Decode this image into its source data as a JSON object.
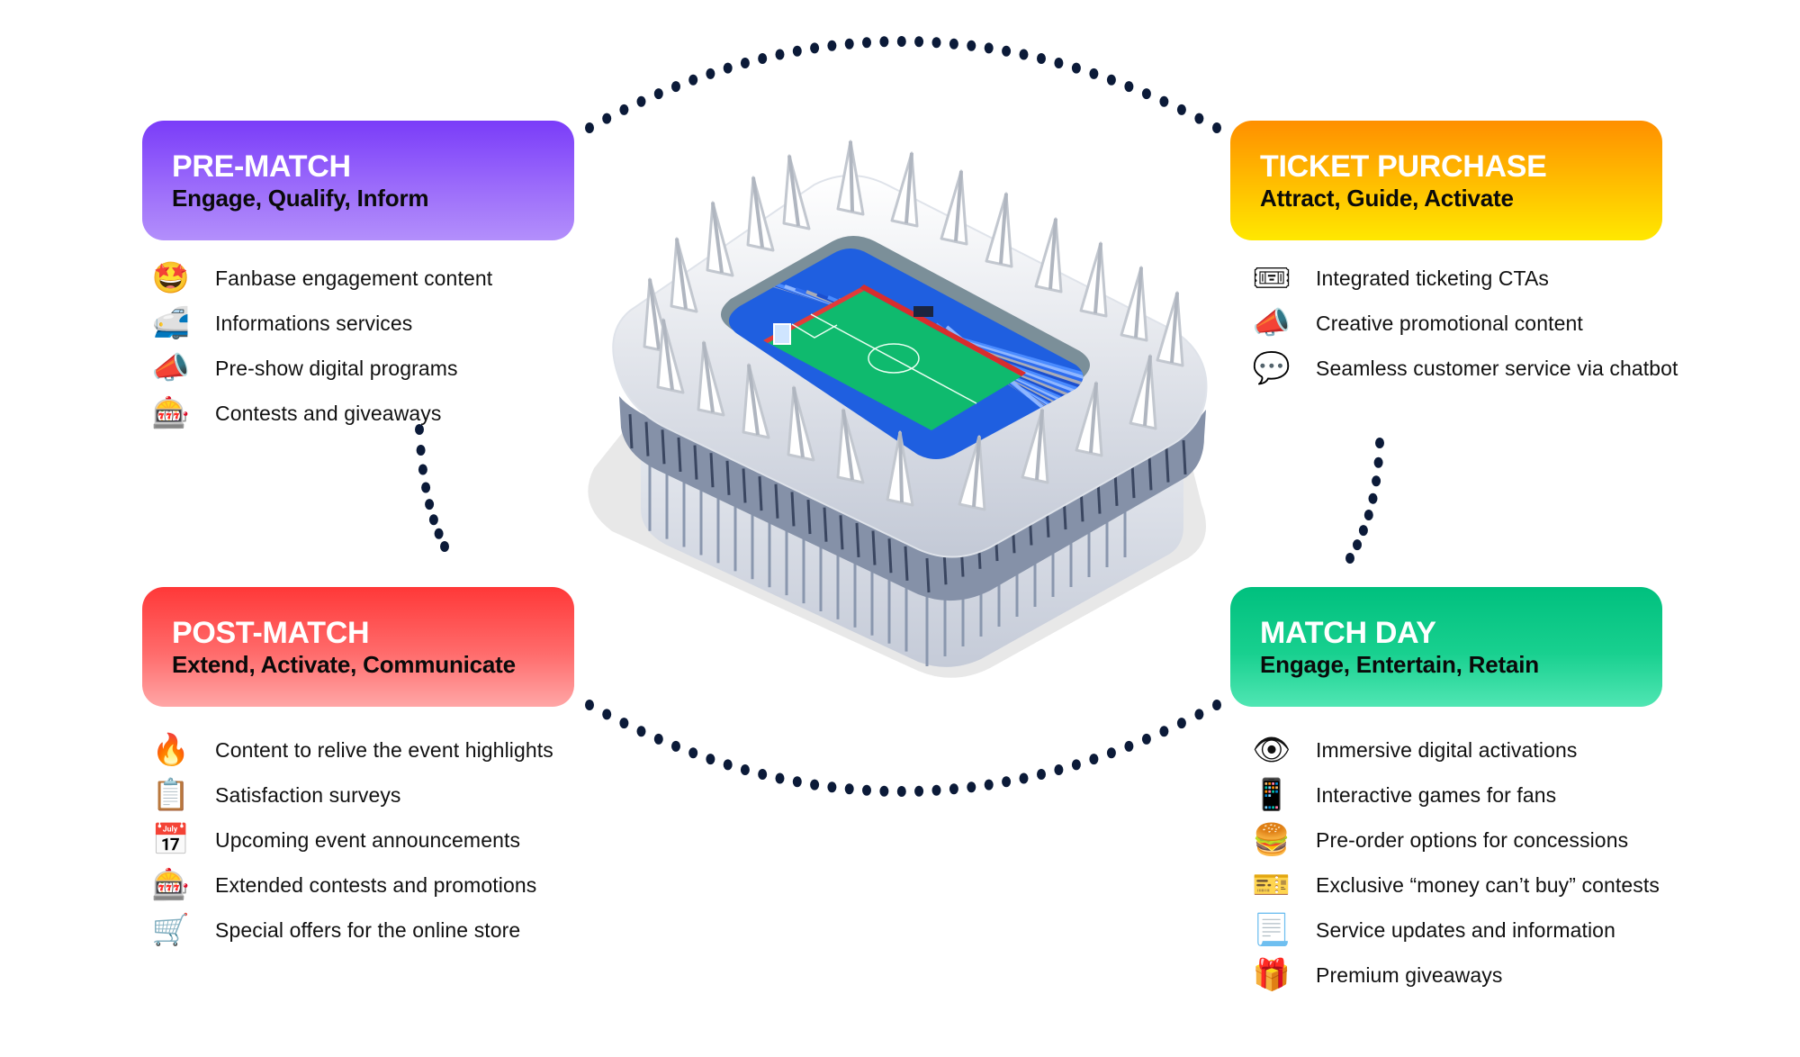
{
  "phases": {
    "pre_match": {
      "title": "PRE-MATCH",
      "subtitle": "Engage, Qualify, Inform",
      "color_from": "#7a3cf9",
      "color_to": "#b38ffb",
      "items": [
        {
          "icon": "star-struck-face-icon",
          "glyph": "🤩",
          "label": "Fanbase engagement content"
        },
        {
          "icon": "bullet-train-icon",
          "glyph": "🚅",
          "label": "Informations services"
        },
        {
          "icon": "megaphone-icon",
          "glyph": "📣",
          "label": "Pre-show digital programs"
        },
        {
          "icon": "slot-machine-icon",
          "glyph": "🎰",
          "label": "Contests and giveaways"
        }
      ]
    },
    "ticket_purchase": {
      "title": "TICKET PURCHASE",
      "subtitle": "Attract, Guide, Activate",
      "color_from": "#ff8f00",
      "color_to": "#ffe800",
      "items": [
        {
          "icon": "ticket-icon",
          "glyph": "🎟",
          "label": "Integrated ticketing CTAs"
        },
        {
          "icon": "megaphone-icon",
          "glyph": "📣",
          "label": "Creative promotional content"
        },
        {
          "icon": "speech-bubble-icon",
          "glyph": "💬",
          "label": "Seamless customer service via chatbot"
        }
      ]
    },
    "post_match": {
      "title": "POST-MATCH",
      "subtitle": "Extend, Activate, Communicate",
      "color_from": "#ff3838",
      "color_to": "#ffa6a6",
      "items": [
        {
          "icon": "fire-icon",
          "glyph": "🔥",
          "label": "Content to relive the event highlights"
        },
        {
          "icon": "clipboard-icon",
          "glyph": "📋",
          "label": "Satisfaction surveys"
        },
        {
          "icon": "calendar-icon",
          "glyph": "📅",
          "label": "Upcoming event announcements"
        },
        {
          "icon": "slot-machine-icon",
          "glyph": "🎰",
          "label": "Extended contests and promotions"
        },
        {
          "icon": "shopping-cart-icon",
          "glyph": "🛒",
          "label": "Special offers for the online store"
        }
      ]
    },
    "match_day": {
      "title": "MATCH DAY",
      "subtitle": "Engage, Entertain, Retain",
      "color_from": "#00c07e",
      "color_to": "#50e6b3",
      "items": [
        {
          "icon": "eye-icon",
          "glyph": "👁",
          "label": "Immersive digital activations"
        },
        {
          "icon": "game-grid-icon",
          "glyph": "📱",
          "label": "Interactive games for fans"
        },
        {
          "icon": "hamburger-icon",
          "glyph": "🍔",
          "label": "Pre-order options for concessions"
        },
        {
          "icon": "admission-tickets-icon",
          "glyph": "🎫",
          "label": "Exclusive “money can’t buy” contests"
        },
        {
          "icon": "page-curl-icon",
          "glyph": "📃",
          "label": "Service updates and information"
        },
        {
          "icon": "gift-icon",
          "glyph": "🎁",
          "label": "Premium giveaways"
        }
      ]
    }
  },
  "connector_color": "#0b1a38",
  "illustration": "isometric-stadium"
}
